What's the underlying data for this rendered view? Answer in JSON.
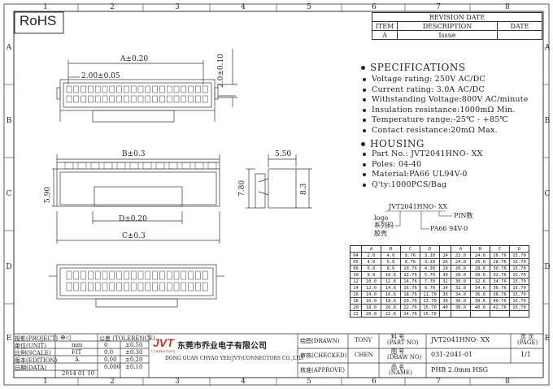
{
  "rohs": "RoHS",
  "zones_top": [
    "1",
    "2",
    "3",
    "4",
    "5",
    "6",
    "7",
    "8"
  ],
  "zones_side": [
    "A",
    "B",
    "C",
    "D",
    "E"
  ],
  "revision": {
    "title": "REVISION DATE",
    "headers": [
      "ITEM",
      "DESCRIPTION",
      "DATE"
    ],
    "row": [
      "A",
      "Issue",
      ""
    ]
  },
  "dims": {
    "a": "A±0.20",
    "pitch": "2.00±0.05",
    "h1": "2.0±0.10",
    "b": "B±0.3",
    "d": "D±0.20",
    "c": "C±0.3",
    "h590": "5.90",
    "w550": "5.50",
    "h780": "7.80",
    "h83": "8.3"
  },
  "specs": {
    "title": "SPECIFICATIONS",
    "items": [
      "Voltage rating: 250V AC/DC",
      "Current rating: 3.0A AC/DC",
      "Withstanding Voltage:800V AC/minute",
      "Insulation resistance:1000mΩ Min.",
      "Temperature range:-25℃ - +85℃",
      "Contact resistance:20mΩ Max."
    ]
  },
  "housing": {
    "title": "HOUSING",
    "items": [
      "Part No.: JVT2041HNO- XX",
      "Poles: 04-40",
      "Material:PA66 UL94V-0",
      "Q'ty:1000PCS/Bag"
    ]
  },
  "partcode": {
    "code": "JVT2041HNO- XX",
    "logo": "logo",
    "series": "系列码",
    "housing": "胶壳",
    "pin": "PIN数",
    "material": "PA66 94V-0"
  },
  "table": {
    "headers": [
      "",
      "A",
      "B",
      "C",
      "D",
      "",
      "A",
      "B",
      "C",
      "D"
    ],
    "rows": [
      [
        "04",
        "2.0",
        "4.6",
        "6.76",
        "3.10",
        "24",
        "22.0",
        "24.6",
        "26.76",
        "15.70"
      ],
      [
        "05",
        "4.0",
        "6.6",
        "8.76",
        "3.10",
        "26",
        "24.0",
        "26.6",
        "28.76",
        "15.70"
      ],
      [
        "06",
        "6.0",
        "8.6",
        "10.76",
        "4.30",
        "28",
        "26.0",
        "28.6",
        "30.76",
        "15.70"
      ],
      [
        "10",
        "8.0",
        "10.6",
        "12.76",
        "5.70",
        "30",
        "28.0",
        "30.6",
        "32.76",
        "15.70"
      ],
      [
        "12",
        "10.0",
        "12.6",
        "14.76",
        "7.70",
        "32",
        "30.0",
        "32.6",
        "34.76",
        "15.70"
      ],
      [
        "14",
        "12.0",
        "14.6",
        "16.76",
        "9.70",
        "34",
        "32.0",
        "34.6",
        "36.76",
        "15.70"
      ],
      [
        "16",
        "14.0",
        "16.6",
        "18.76",
        "11.70",
        "36",
        "34.0",
        "36.6",
        "38.76",
        "15.70"
      ],
      [
        "18",
        "16.0",
        "18.6",
        "20.76",
        "13.70",
        "38",
        "36.0",
        "38.6",
        "40.76",
        "15.70"
      ],
      [
        "20",
        "18.0",
        "20.6",
        "22.76",
        "15.70",
        "40",
        "38.0",
        "40.6",
        "42.76",
        "15.70"
      ],
      [
        "22",
        "20.0",
        "22.6",
        "24.76",
        "15.70",
        "",
        "",
        "",
        "",
        ""
      ]
    ]
  },
  "titleblock": {
    "project_label": "投影(PROJECT)",
    "unit_label": "单位(UNIT)",
    "unit": "mm",
    "scale_label": "比例(SCALE)",
    "scale": "FIT",
    "edition_label": "版本(EDITION)",
    "edition": "A",
    "date_label": "日期(DATA)",
    "date": "2014 01 10",
    "tol_label": "公差 (TOLERENCE)",
    "tol_rows": [
      [
        "0",
        "±0.50"
      ],
      [
        "0.0",
        "±0.30"
      ],
      [
        "0.00",
        "±0.20"
      ],
      [
        "0.000",
        "±0.10"
      ]
    ],
    "company_cn": "东莞市乔业电子有限公司",
    "company_en": "DONG GUAN CHYAO YEE(JVT)CONNECTORS CO.,LTD.",
    "logo": "JVT",
    "logo_sub": "Connectors",
    "drawn_label": "绘图(DRAWN)",
    "drawn": "TONY",
    "checked_label": "审核(CHECKED)",
    "checked": "CHEN",
    "approve_label": "核准(APPROVE)",
    "partno_label": "料 号",
    "partno_label2": "(PART NO)",
    "partno": "JVT2041HNO- XX",
    "drawno_label": "图 号",
    "drawno_label2": "(DRAW NO)",
    "drawno": "031-2041-01",
    "name_label": "品 名",
    "name_label2": "(NAME)",
    "name": "PHB 2.0mm HSG",
    "page_label": "页 次",
    "page_label2": "(PAGE)",
    "page": "1/1"
  }
}
